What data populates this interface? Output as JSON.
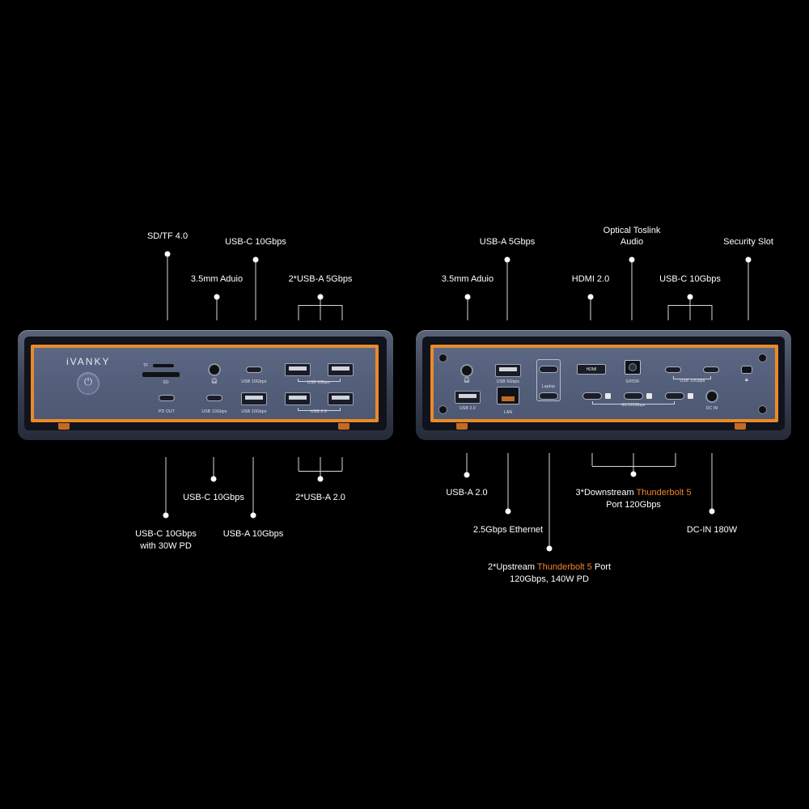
{
  "brand": {
    "logo": "iVANKY"
  },
  "front": {
    "port_marks": {
      "tf": "TF",
      "sd": "SD",
      "pd_out": "PD OUT",
      "usb10_top": "USB 10Gbps",
      "usb10_bottom_c": "USB 10Gbps",
      "usb10_bottom_a": "USB 10Gbps",
      "usb5": "USB 5Gbps",
      "usb20": "USB 2.0"
    },
    "callouts": {
      "sdtf": "SD/TF 4.0",
      "usbc10_top": "USB-C 10Gbps",
      "audio": "3.5mm Aduio",
      "usba5": "2*USB-A 5Gbps",
      "usbc10_bottom": "USB-C 10Gbps",
      "usba20": "2*USB-A 2.0",
      "usbc_pd_line1": "USB-C 10Gbps",
      "usbc_pd_line2": "with 30W PD",
      "usba10": "USB-A 10Gbps"
    }
  },
  "rear": {
    "port_marks": {
      "usb5": "USB 5Gbps",
      "usb20": "USB 2.0",
      "lan": "LAN",
      "laptop": "Laptop",
      "hdmi": "HDMI",
      "spdif": "S/PDIF",
      "usb10": "USB 10Gbps",
      "tb": "80/120Gbps",
      "dcin": "DC IN"
    },
    "callouts": {
      "usba5": "USB-A 5Gbps",
      "optical_line1": "Optical Toslink",
      "optical_line2": "Audio",
      "security": "Security Slot",
      "audio": "3.5mm Aduio",
      "hdmi": "HDMI 2.0",
      "usbc10": "USB-C 10Gbps",
      "usba20": "USB-A 2.0",
      "ethernet": "2.5Gbps Ethernet",
      "downstream_pre": "3*Downstream ",
      "downstream_hl": "Thunderbolt 5",
      "downstream_line2": "Port 120Gbps",
      "dcin": "DC-IN 180W",
      "upstream_pre": "2*Upstream ",
      "upstream_hl": "Thunderbolt 5",
      "upstream_post": " Port",
      "upstream_line2": "120Gbps, 140W PD"
    }
  },
  "colors": {
    "accent": "#f0852a",
    "frame_orange": "#e98a2a",
    "face": "#55607c",
    "background": "#000000"
  }
}
